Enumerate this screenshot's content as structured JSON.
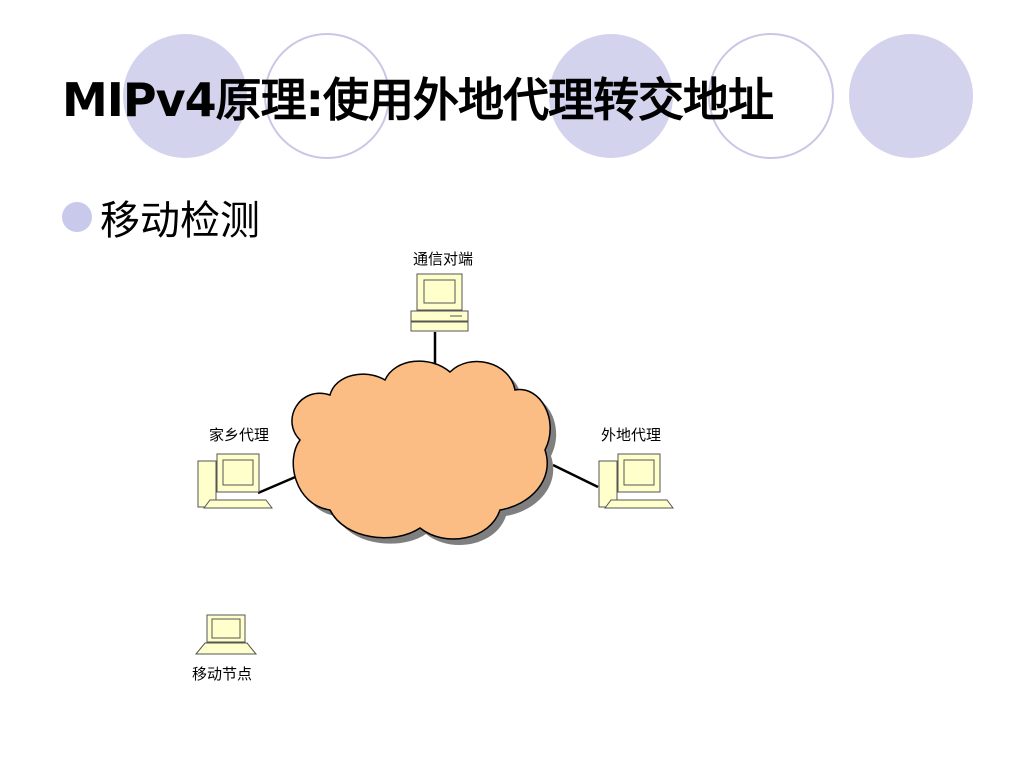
{
  "slide": {
    "title": "MIPv4原理:使用外地代理转交地址",
    "bullet": "移动检测"
  },
  "diagram": {
    "nodes": [
      {
        "id": "correspondent",
        "label": "通信对端",
        "icon": "desktop-computer-icon"
      },
      {
        "id": "home-agent",
        "label": "家乡代理",
        "icon": "tower-computer-icon"
      },
      {
        "id": "foreign-agent",
        "label": "外地代理",
        "icon": "tower-computer-icon"
      },
      {
        "id": "mobile-node",
        "label": "移动节点",
        "icon": "laptop-computer-icon"
      }
    ],
    "cloud": {
      "icon": "network-cloud-icon"
    }
  },
  "colors": {
    "decor_circle_fill": "#d3d3ee",
    "decor_circle_stroke": "#c8c8e6",
    "bullet": "#c9c9ec",
    "cloud_fill": "#fbbd84",
    "cloud_shadow": "#7f7f7f",
    "computer_fill": "#ffffcc"
  }
}
